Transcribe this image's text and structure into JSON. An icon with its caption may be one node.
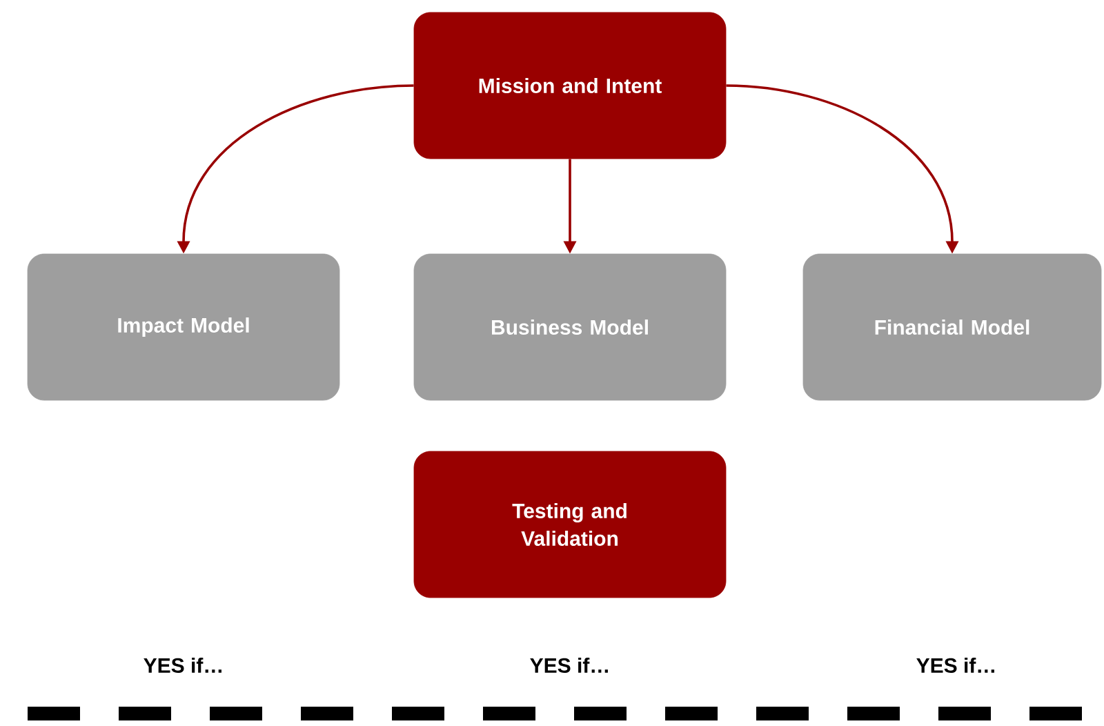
{
  "diagram": {
    "nodes": [
      {
        "text": [
          "Mission and Intent"
        ]
      },
      {
        "text": [
          "Impact Model"
        ]
      },
      {
        "text": [
          "Business Model"
        ]
      },
      {
        "text": [
          "Financial Model"
        ]
      },
      {
        "text": [
          "Testing and Validation"
        ]
      }
    ],
    "edges": [
      {
        "from": 0,
        "to": 1,
        "arrow": "to"
      },
      {
        "from": 0,
        "to": 2,
        "arrow": "to"
      },
      {
        "from": 0,
        "to": 3,
        "arrow": "to"
      }
    ],
    "labels": [
      "YES if…",
      "YES if…",
      "YES if…"
    ]
  }
}
